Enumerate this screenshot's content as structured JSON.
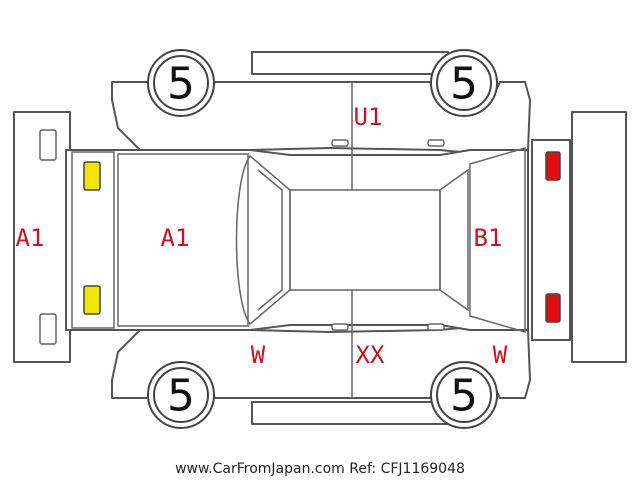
{
  "colors": {
    "code_text": "#cc1122",
    "yellow_marker": "#f2e600",
    "red_marker": "#dd1111",
    "line": "#555555"
  },
  "wheels": {
    "front_left": "5",
    "rear_left": "5",
    "front_right": "5",
    "rear_right": "5"
  },
  "codes": {
    "front_bumper": "A1",
    "hood": "A1",
    "roof_right_side": "U1",
    "rear_hatch": "B1",
    "front_left_pillar": "W",
    "left_side": "XX",
    "rear_left": "W"
  },
  "markers": {
    "front_lights": "yellow",
    "rear_lights": "red"
  },
  "footer": "www.CarFromJapan.com Ref: CFJ1169048"
}
